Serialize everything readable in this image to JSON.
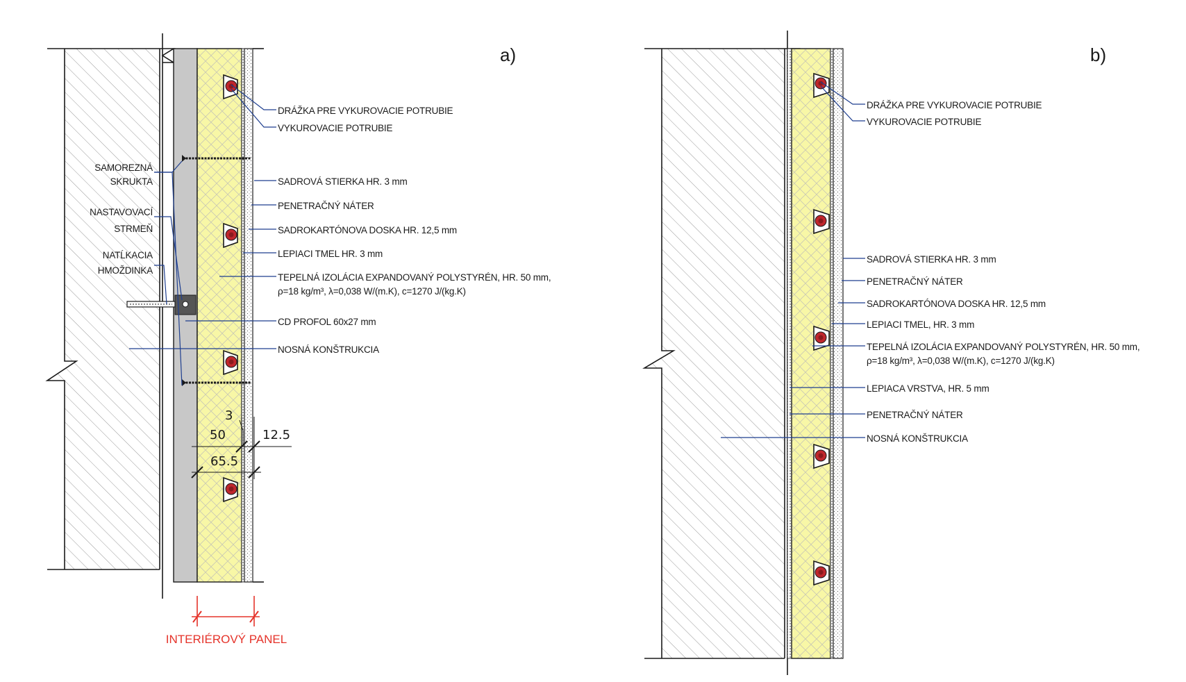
{
  "colors": {
    "insulation": "#f8f7a6",
    "insulation_hatch": "#c9c8b4",
    "profile": "#c8c8c8",
    "leader": "#1f3f8f",
    "pipe": "#c0272d",
    "red_label": "#e5332a",
    "outline": "#1a1a1a"
  },
  "panel_a": {
    "tag": "a)",
    "labels_right": {
      "groove": "DRÁŽKA PRE VYKUROVACIE POTRUBIE",
      "pipe": "VYKUROVACIE POTRUBIE",
      "plaster": "SADROVÁ STIERKA HR. 3 mm",
      "primer": "PENETRAČNÝ NÁTER",
      "board": "SADROKARTÓNOVA DOSKA HR. 12,5 mm",
      "adhesive": "LEPIACI TMEL HR. 3 mm",
      "insulation_1": "TEPELNÁ IZOLÁCIA EXPANDOVANÝ POLYSTYRÉN, HR. 50 mm,",
      "insulation_2": "ρ=18 kg/m³, λ=0,038 W/(m.K), c=1270 J/(kg.K)",
      "profile": "CD PROFOL 60x27 mm",
      "structure": "NOSNÁ KONŠTRUKCIA"
    },
    "labels_left": {
      "screw_1": "SAMOREZNÁ",
      "screw_2": "SKRUKTA",
      "bracket_1": "NASTAVOVACÍ",
      "bracket_2": "STRMEŇ",
      "anchor_1": "NATĹKACIA",
      "anchor_2": "HMOŽDINKA"
    },
    "dimensions": {
      "d3": "3",
      "d50": "50",
      "d12_5": "12.5",
      "d65_5": "65.5"
    },
    "panel_label": "INTERIÉROVÝ PANEL"
  },
  "panel_b": {
    "tag": "b)",
    "labels": {
      "groove": "DRÁŽKA PRE VYKUROVACIE POTRUBIE",
      "pipe": "VYKUROVACIE POTRUBIE",
      "plaster": "SADROVÁ STIERKA HR. 3 mm",
      "primer": "PENETRAČNÝ NÁTER",
      "board": "SADROKARTÓNOVA DOSKA HR. 12,5 mm",
      "adhesive": "LEPIACI TMEL, HR. 3 mm",
      "insulation_1": "TEPELNÁ IZOLÁCIA EXPANDOVANÝ POLYSTYRÉN, HR. 50 mm,",
      "insulation_2": "ρ=18 kg/m³, λ=0,038 W/(m.K), c=1270 J/(kg.K)",
      "glue_layer": "LEPIACA VRSTVA, HR. 5 mm",
      "primer_2": "PENETRAČNÝ NÁTER",
      "structure": "NOSNÁ KONŠTRUKCIA"
    }
  }
}
